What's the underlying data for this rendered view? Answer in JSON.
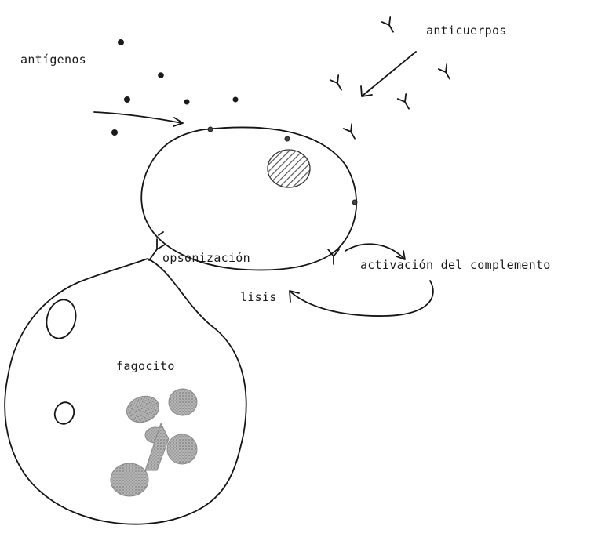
{
  "labels": {
    "antigens": "antígenos",
    "antibodies": "anticuerpos",
    "opsonization": "opsonización",
    "complement_activation": "activación del complemento",
    "lysis": "lisis",
    "phagocyte": "fagocito"
  },
  "colors": {
    "ink": "#151515",
    "nucleus_hatch": "#555555",
    "granule_gray": "#a8a8a8"
  },
  "icons": {
    "antibody": "y-shape-antibody",
    "antigen": "filled-dot",
    "arrow": "hand-drawn-arrow"
  }
}
